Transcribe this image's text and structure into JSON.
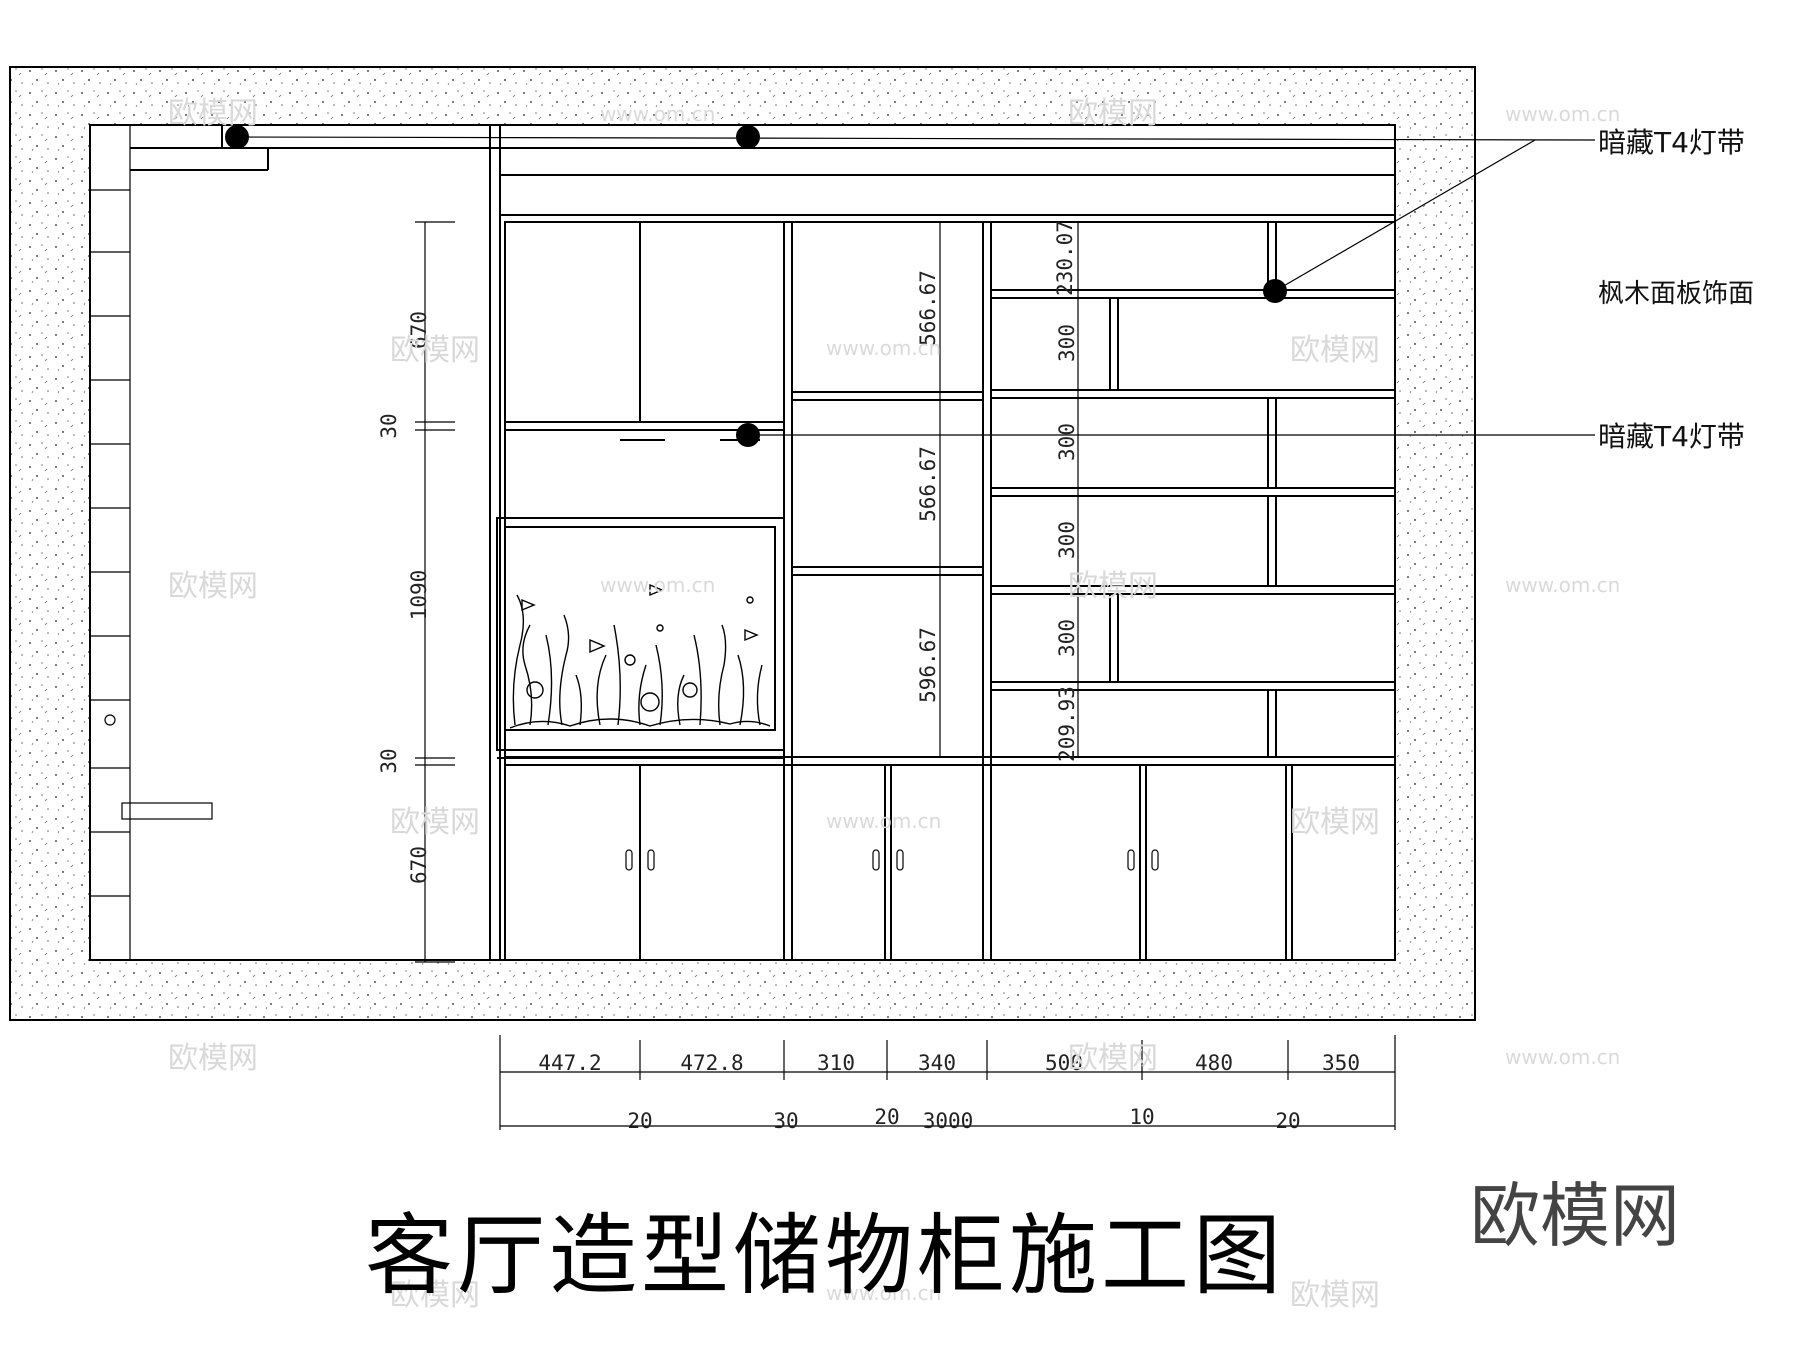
{
  "drawing": {
    "title": "客厅造型储物柜施工图",
    "brand": "欧模网",
    "watermark_text": "欧模网",
    "watermark_url": "www.om.cn",
    "annotations": {
      "light_strip_top": "暗藏T4灯带",
      "maple_panel": "枫木面板饰面",
      "light_strip_mid": "暗藏T4灯带"
    },
    "dimensions": {
      "left_vertical": [
        "670",
        "30",
        "1090",
        "30",
        "670"
      ],
      "col2_vertical": [
        "566.67",
        "566.67",
        "596.67"
      ],
      "col3_vertical": [
        "230.07",
        "300",
        "300",
        "300",
        "300",
        "209.93"
      ],
      "bottom_widths": [
        "447.2",
        "472.8",
        "310",
        "340",
        "500",
        "480",
        "350"
      ],
      "bottom_gaps": [
        "20",
        "30",
        "20",
        "10",
        "20"
      ],
      "overall_width": "3000"
    }
  }
}
